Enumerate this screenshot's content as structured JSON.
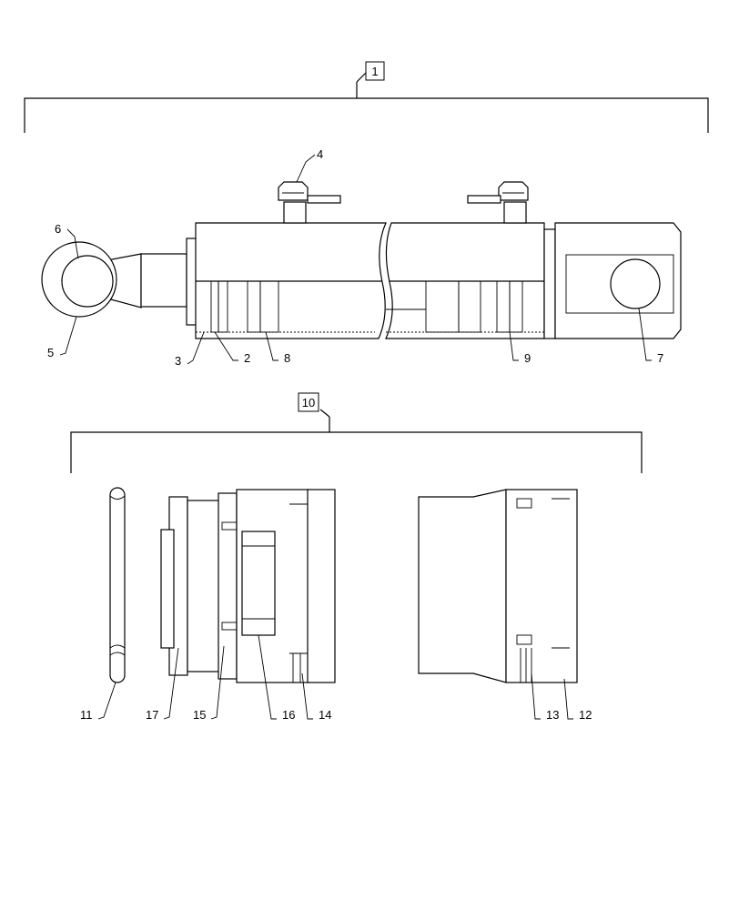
{
  "assembly_labels": {
    "a1": "1",
    "a10": "10"
  },
  "callouts": {
    "c2": "2",
    "c3": "3",
    "c4": "4",
    "c5": "5",
    "c6": "6",
    "c7": "7",
    "c8": "8",
    "c9": "9",
    "c11": "11",
    "c12": "12",
    "c13": "13",
    "c14": "14",
    "c15": "15",
    "c16": "16",
    "c17": "17"
  }
}
